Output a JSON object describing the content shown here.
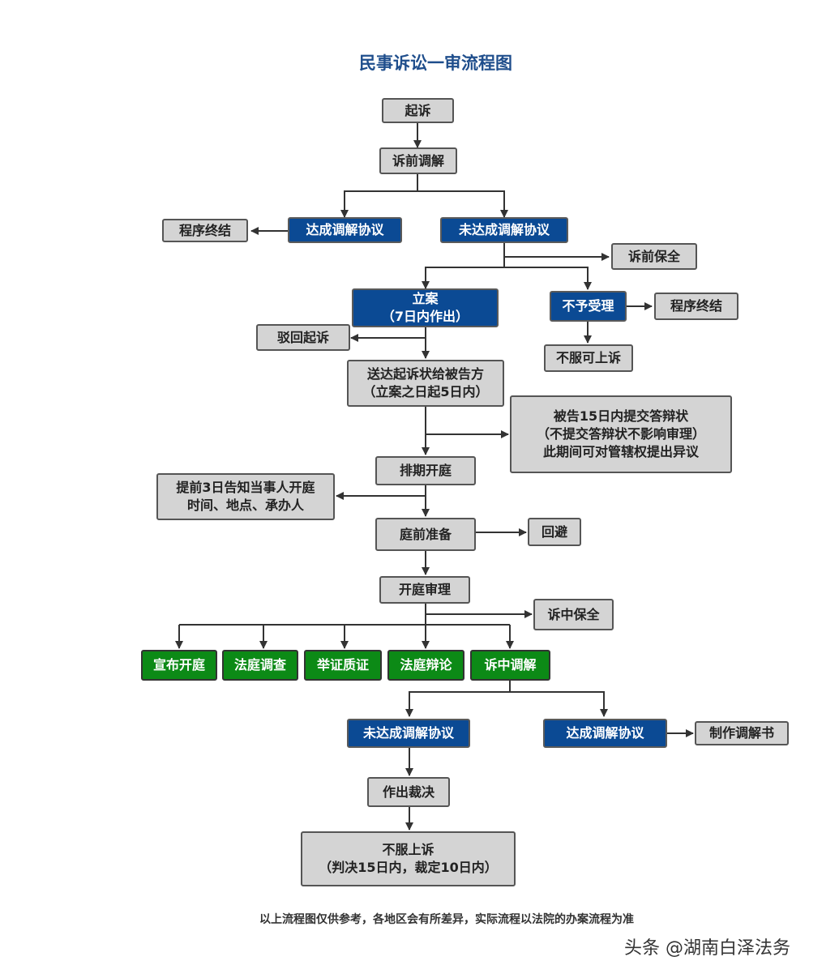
{
  "title": "民事诉讼一审流程图",
  "nodes": {
    "qisu": [
      "起诉"
    ],
    "suqian_tiaojie": [
      "诉前调解"
    ],
    "chengxu_zhongjie_1": [
      "程序终结"
    ],
    "dacheng_tiaojie_1": [
      "达成调解协议"
    ],
    "weidacheng_tiaojie_1": [
      "未达成调解协议"
    ],
    "suqian_baoquan": [
      "诉前保全"
    ],
    "lian": [
      "立案",
      "（7日内作出）"
    ],
    "buyu_shouli": [
      "不予受理"
    ],
    "chengxu_zhongjie_2": [
      "程序终结"
    ],
    "bohui_qisu": [
      "驳回起诉"
    ],
    "bufu_keshangsu": [
      "不服可上诉"
    ],
    "songda": [
      "送达起诉状给被告方",
      "（立案之日起5日内）"
    ],
    "dabian": [
      "被告15日内提交答辩状",
      "（不提交答辩状不影响审理）",
      "此期间可对管辖权提出异议"
    ],
    "paiqi_kaiting": [
      "排期开庭"
    ],
    "gaozhi": [
      "提前3日告知当事人开庭",
      "时间、地点、承办人"
    ],
    "tingqian_zhunbei": [
      "庭前准备"
    ],
    "huibi": [
      "回避"
    ],
    "kaiting_shenli": [
      "开庭审理"
    ],
    "suzhong_baoquan": [
      "诉中保全"
    ],
    "xuanbu_kaiting": [
      "宣布开庭"
    ],
    "fating_diaocha": [
      "法庭调查"
    ],
    "juzheng_zhizheng": [
      "举证质证"
    ],
    "fating_bianlun": [
      "法庭辩论"
    ],
    "suzhong_tiaojie": [
      "诉中调解"
    ],
    "weidacheng_tiaojie_2": [
      "未达成调解协议"
    ],
    "dacheng_tiaojie_2": [
      "达成调解协议"
    ],
    "zhizuo_tiaojieshu": [
      "制作调解书"
    ],
    "zuochu_caijue": [
      "作出裁决"
    ],
    "bufu_shangsu": [
      "不服上诉",
      "（判决15日内，裁定10日内）"
    ]
  },
  "footer": "以上流程图仅供参考，各地区会有所差异，实际流程以法院的办案流程为准",
  "watermark": "头条 @湖南白泽法务",
  "colors": {
    "gray_fill": "#d4d4d4",
    "blue_fill": "#0b4a94",
    "green_fill": "#0c8a16",
    "line": "#333333",
    "title": "#1f4e8c"
  }
}
